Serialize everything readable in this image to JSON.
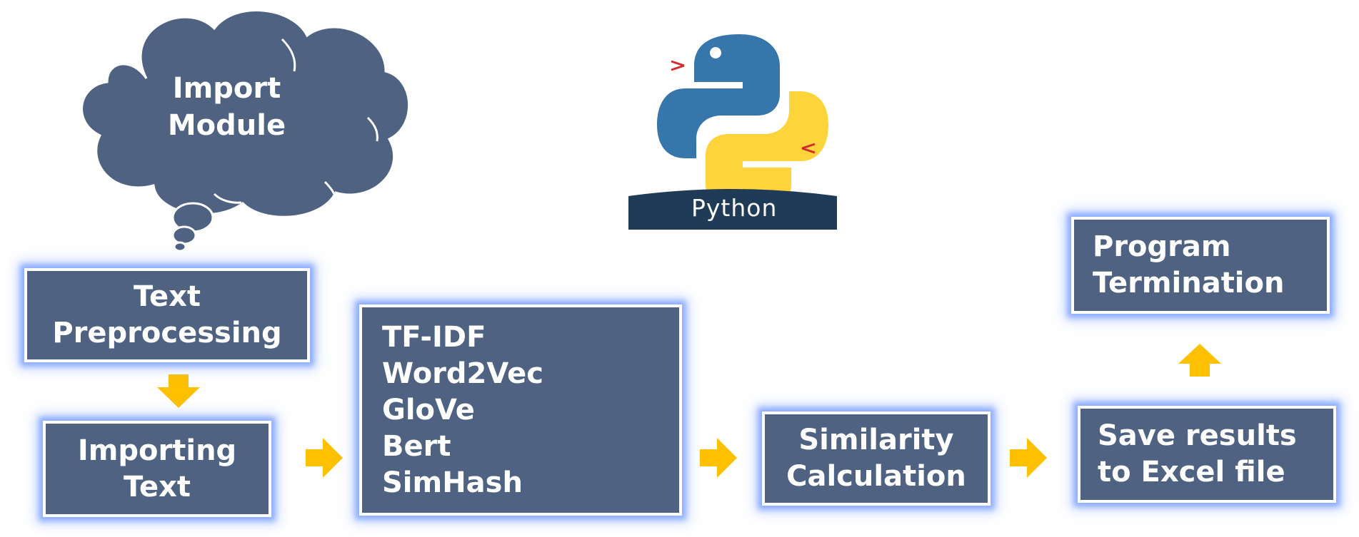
{
  "cloud": {
    "line1": "Import",
    "line2": "Module"
  },
  "python_logo": {
    "wordmark": "Python"
  },
  "boxes": {
    "text_preprocessing": [
      "Text",
      "Preprocessing"
    ],
    "importing_text": [
      "Importing",
      "Text"
    ],
    "models": [
      "TF-IDF",
      "Word2Vec",
      "GloVe",
      "Bert",
      "SimHash"
    ],
    "similarity": [
      "Similarity",
      "Calculation"
    ],
    "save_results": [
      "Save results",
      "to Excel file"
    ],
    "termination": [
      "Program",
      "Termination"
    ]
  },
  "colors": {
    "box_fill": "#4f6281",
    "glow": "#4d7eff",
    "arrow": "#ffc000",
    "python_blue": "#3776ab",
    "python_yellow": "#ffd43b",
    "python_band": "#1f3b57"
  }
}
